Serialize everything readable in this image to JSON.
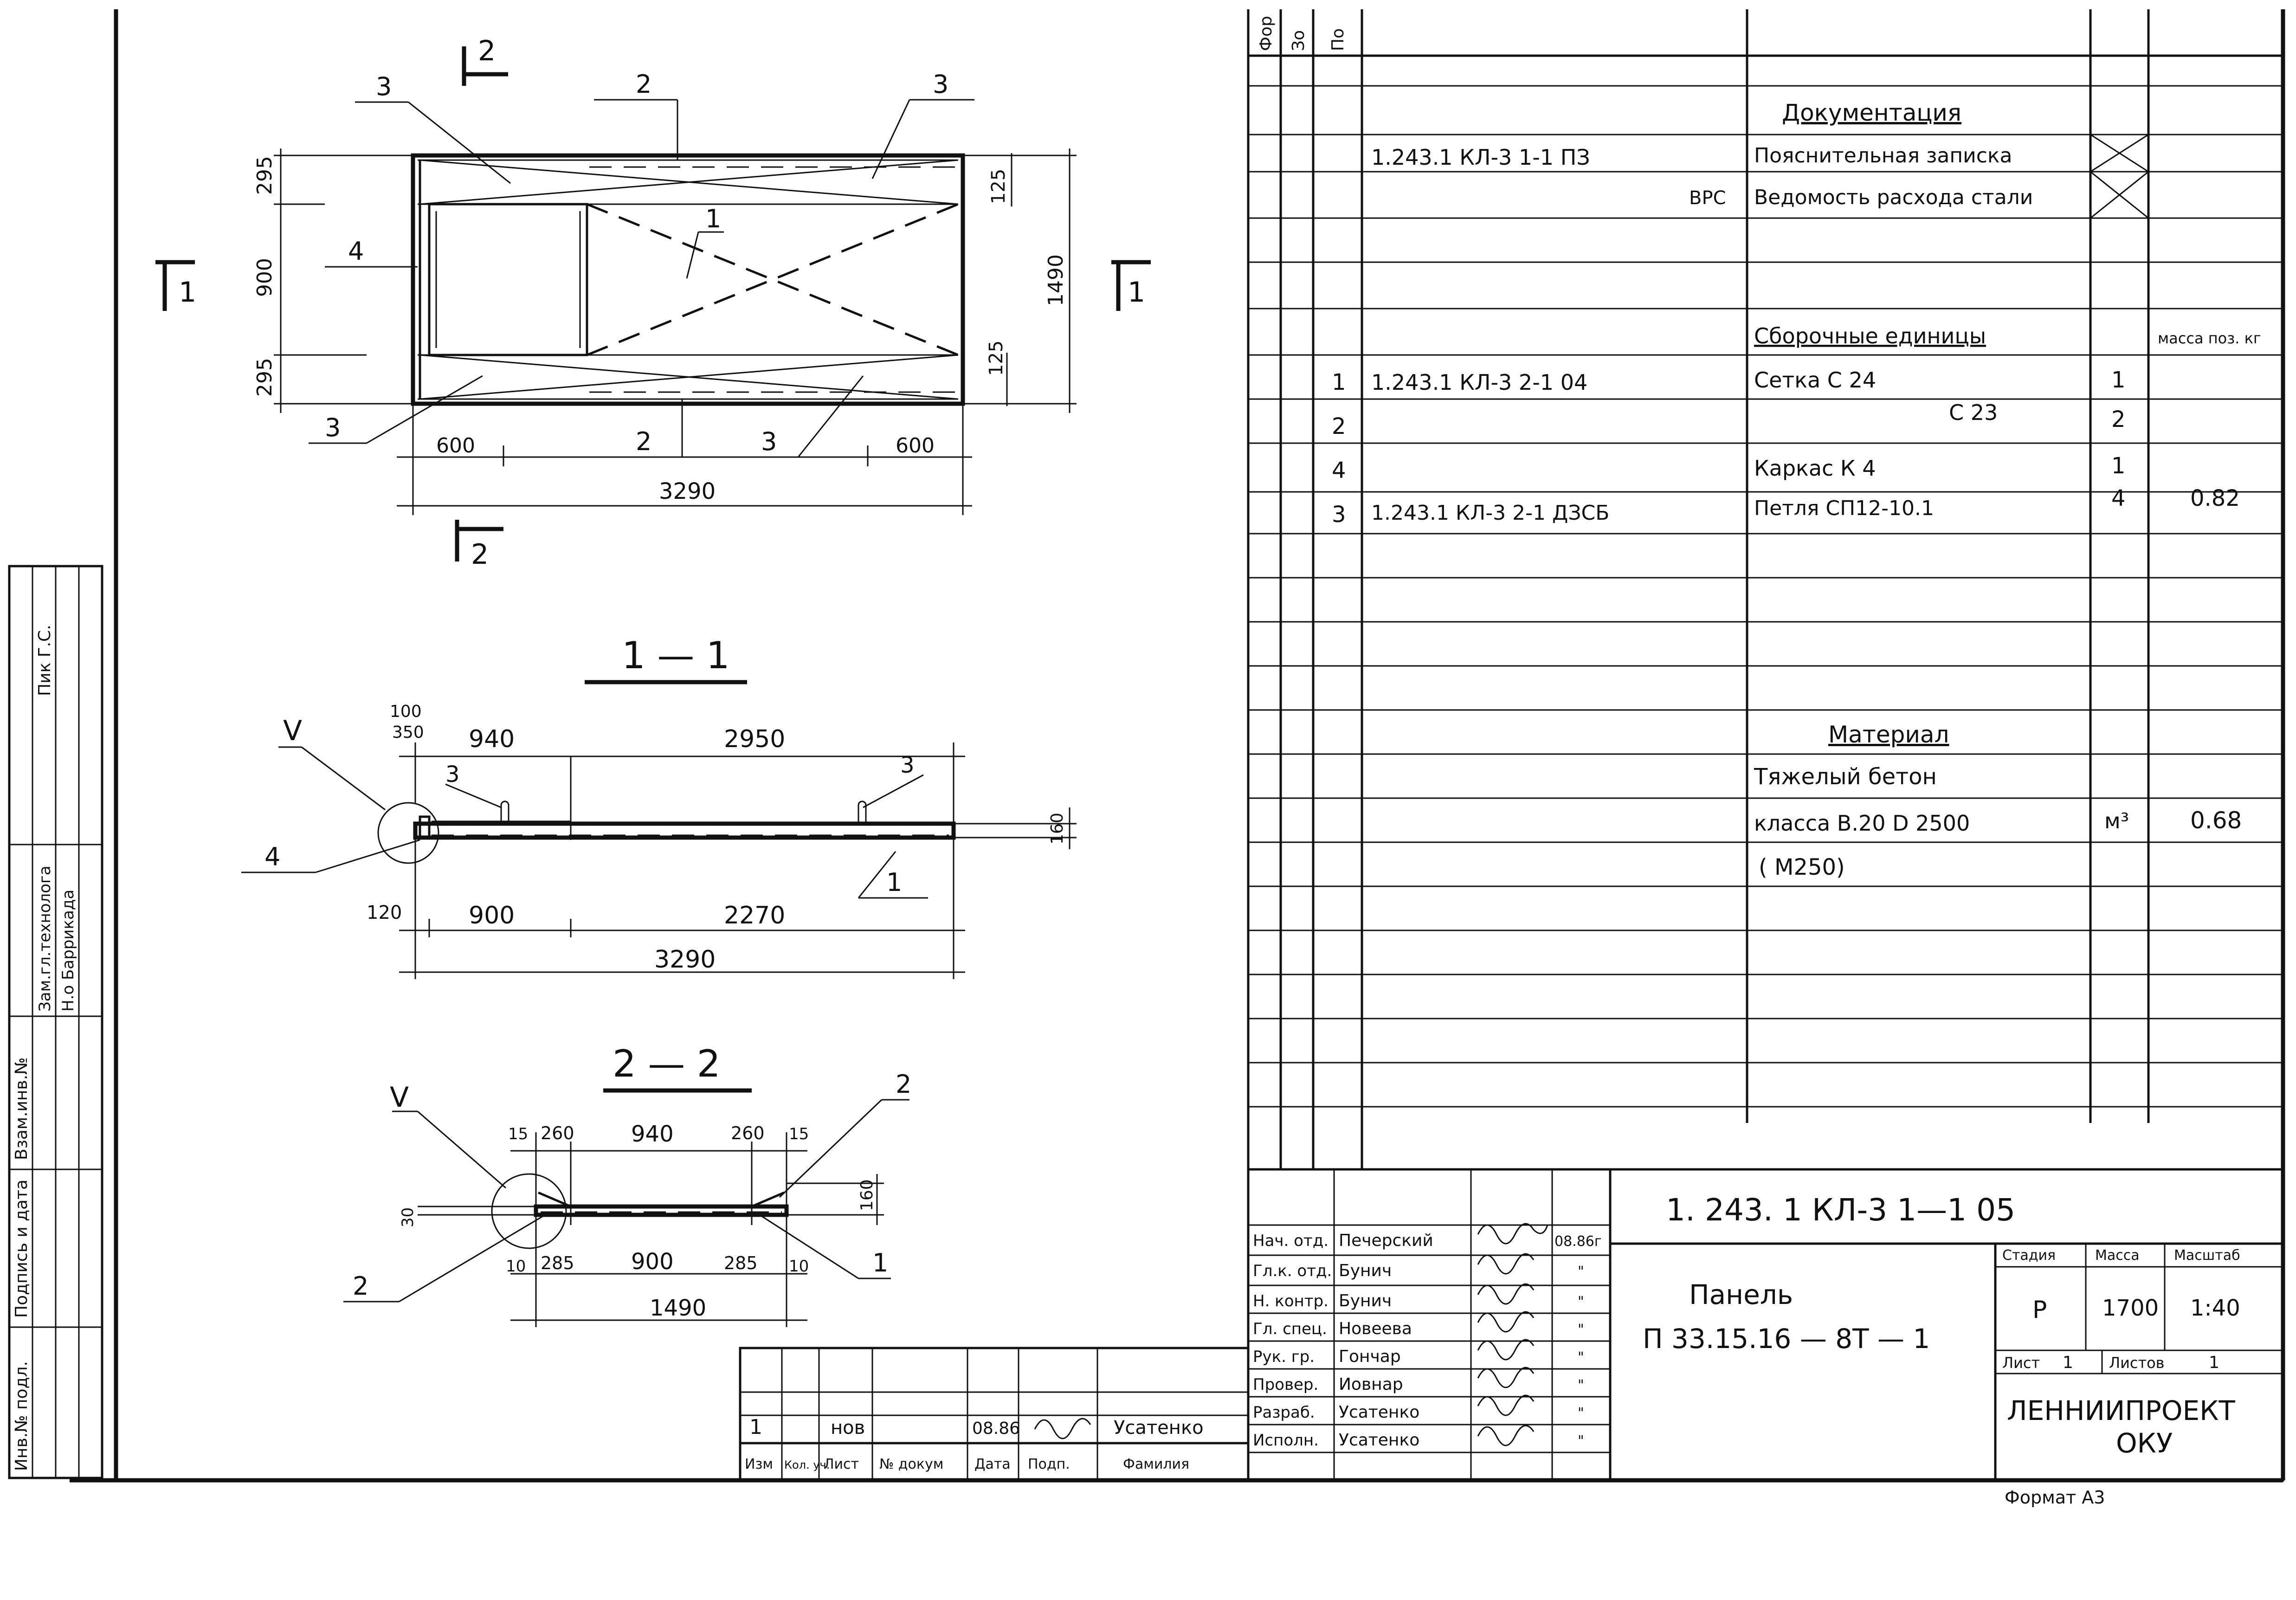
{
  "drawing": {
    "plan": {
      "section_marks": [
        "1",
        "1",
        "2",
        "2"
      ],
      "dim_top_left": "295",
      "dim_middle_left": "900",
      "dim_bottom_left": "295",
      "dim_right_top": "125",
      "dim_right_bottom": "125",
      "dim_overall_height": "1490",
      "dim_bottom_left_600": "600",
      "dim_bottom_right_600": "600",
      "dim_overall_length": "3290",
      "callouts": [
        "3",
        "2",
        "3",
        "1",
        "4",
        "3",
        "2",
        "3"
      ]
    },
    "section_1_1": {
      "title": "1 — 1",
      "node_mark": "V",
      "dims_top": [
        "100",
        "350",
        "940",
        "2950"
      ],
      "dim_height": "160",
      "dims_bottom": [
        "120",
        "900",
        "2270"
      ],
      "dim_total": "3290",
      "callouts": [
        "3",
        "3",
        "4",
        "1"
      ]
    },
    "section_2_2": {
      "title": "2 — 2",
      "node_mark": "V",
      "dims_top": [
        "15",
        "260",
        "940",
        "260",
        "15"
      ],
      "dim_left": "30",
      "dim_right": "160",
      "dims_bottom": [
        "10",
        "285",
        "900",
        "285",
        "10"
      ],
      "dim_total": "1490",
      "callouts": [
        "2",
        "2",
        "1"
      ]
    }
  },
  "left_strip": {
    "labels": [
      "Инв.№ подл.",
      "Подпись и дата",
      "Взам.инв.№",
      "Зам.гл.технолога",
      "Н.о Баррикада",
      "Пик Г.С."
    ]
  },
  "spec": {
    "headers": [
      "Фор",
      "Зо",
      "По"
    ],
    "rows": [
      {
        "pos": "",
        "code": "",
        "name": "Документация",
        "qty": "",
        "mass": ""
      },
      {
        "pos": "",
        "code": "1.243.1 КЛ-3   1-1      ПЗ",
        "name": "Пояснительная записка",
        "qty": "",
        "mass": ""
      },
      {
        "pos": "",
        "code": "ВРС",
        "name": "Ведомость расхода стали",
        "qty": "",
        "mass": ""
      },
      {
        "pos": "",
        "code": "",
        "name": "Сборочные единицы",
        "qty": "",
        "mass": "масса поз. кг"
      },
      {
        "pos": "1",
        "code": "1.243.1 КЛ-3   2-1   04",
        "name": "Сетка          С 24",
        "qty": "1",
        "mass": ""
      },
      {
        "pos": "2",
        "code": "",
        "name": "С 23",
        "qty": "2",
        "mass": ""
      },
      {
        "pos": "4",
        "code": "",
        "name": "Каркас        К 4",
        "qty": "1",
        "mass": ""
      },
      {
        "pos": "3",
        "code": "1.243.1 КЛ-3   2-1   ДЗСБ",
        "name": "Петля       СП12-10.1",
        "qty": "4",
        "mass": "0.82"
      },
      {
        "pos": "",
        "code": "",
        "name": "Материал",
        "qty": "",
        "mass": ""
      },
      {
        "pos": "",
        "code": "",
        "name": "Тяжелый бетон",
        "qty": "",
        "mass": ""
      },
      {
        "pos": "",
        "code": "",
        "name": "класса В.20  D 2500",
        "qty": "м³",
        "mass": "0.68"
      },
      {
        "pos": "",
        "code": "",
        "name": "( М250)",
        "qty": "",
        "mass": ""
      }
    ]
  },
  "changes": {
    "row": [
      "1",
      "",
      "нов",
      "",
      "08.86",
      "",
      "Усатенко"
    ],
    "headers": [
      "Изм",
      "Кол. уч.",
      "Лист",
      "№ докум",
      "Дата",
      "Подп.",
      "Фамилия"
    ]
  },
  "signatures": [
    {
      "role": "Нач. отд.",
      "name": "Печерский",
      "date": "08.86г"
    },
    {
      "role": "Гл.к. отд.",
      "name": "Бунич",
      "date": "\""
    },
    {
      "role": "Н. контр.",
      "name": "Бунич",
      "date": "\""
    },
    {
      "role": "Гл. спец.",
      "name": "Новеева",
      "date": "\""
    },
    {
      "role": "Рук. гр.",
      "name": "Гончар",
      "date": "\""
    },
    {
      "role": "Провер.",
      "name": "Иовнар",
      "date": "\""
    },
    {
      "role": "Разраб.",
      "name": "Усатенко",
      "date": "\""
    },
    {
      "role": "Исполн.",
      "name": "Усатенко",
      "date": "\""
    }
  ],
  "title_block": {
    "code": "1. 243. 1 КЛ-3     1—1      05",
    "product": "Панель",
    "mark": "П 33.15.16  —  8Т — 1",
    "stage_label": "Стадия",
    "mass_label": "Масса",
    "scale_label": "Масштаб",
    "stage": "Р",
    "mass": "1700",
    "scale": "1:40",
    "sheet_label": "Лист",
    "sheet": "1",
    "sheets_label": "Листов",
    "sheets": "1",
    "org": "ЛЕННИИПРОЕКТ",
    "dept": "ОКУ",
    "format": "Формат А3"
  }
}
